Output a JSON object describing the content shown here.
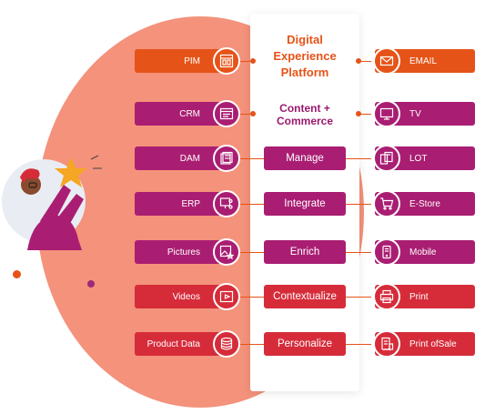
{
  "platform": {
    "title_lines": [
      "Digital",
      "Experience",
      "Platform"
    ],
    "subtitle_lines": [
      "Content +",
      "Commerce"
    ]
  },
  "colors": {
    "orange": "#e65318",
    "magenta": "#a91e72",
    "red": "#d62c3a",
    "salmon": "#f4927b"
  },
  "sources": [
    {
      "label": "PIM",
      "icon": "layout-icon"
    },
    {
      "label": "CRM",
      "icon": "browser-icon"
    },
    {
      "label": "DAM",
      "icon": "file-gallery-icon"
    },
    {
      "label": "ERP",
      "icon": "network-monitor-icon"
    },
    {
      "label": "Pictures",
      "icon": "image-star-icon"
    },
    {
      "label": "Videos",
      "icon": "video-play-icon"
    },
    {
      "label": "Product Data",
      "icon": "database-icon"
    }
  ],
  "steps": [
    "Manage",
    "Integrate",
    "Enrich",
    "Contextualize",
    "Personalize"
  ],
  "channels": [
    {
      "label": "EMAIL",
      "icon": "envelope-icon"
    },
    {
      "label": "TV",
      "icon": "tv-icon"
    },
    {
      "label": "LOT",
      "icon": "devices-icon"
    },
    {
      "label": "E-Store",
      "icon": "cart-icon"
    },
    {
      "label": "Mobile",
      "icon": "mobile-icon"
    },
    {
      "label": "Print",
      "icon": "printer-icon"
    },
    {
      "label": "Print ofSale",
      "icon": "receipt-icon"
    }
  ]
}
